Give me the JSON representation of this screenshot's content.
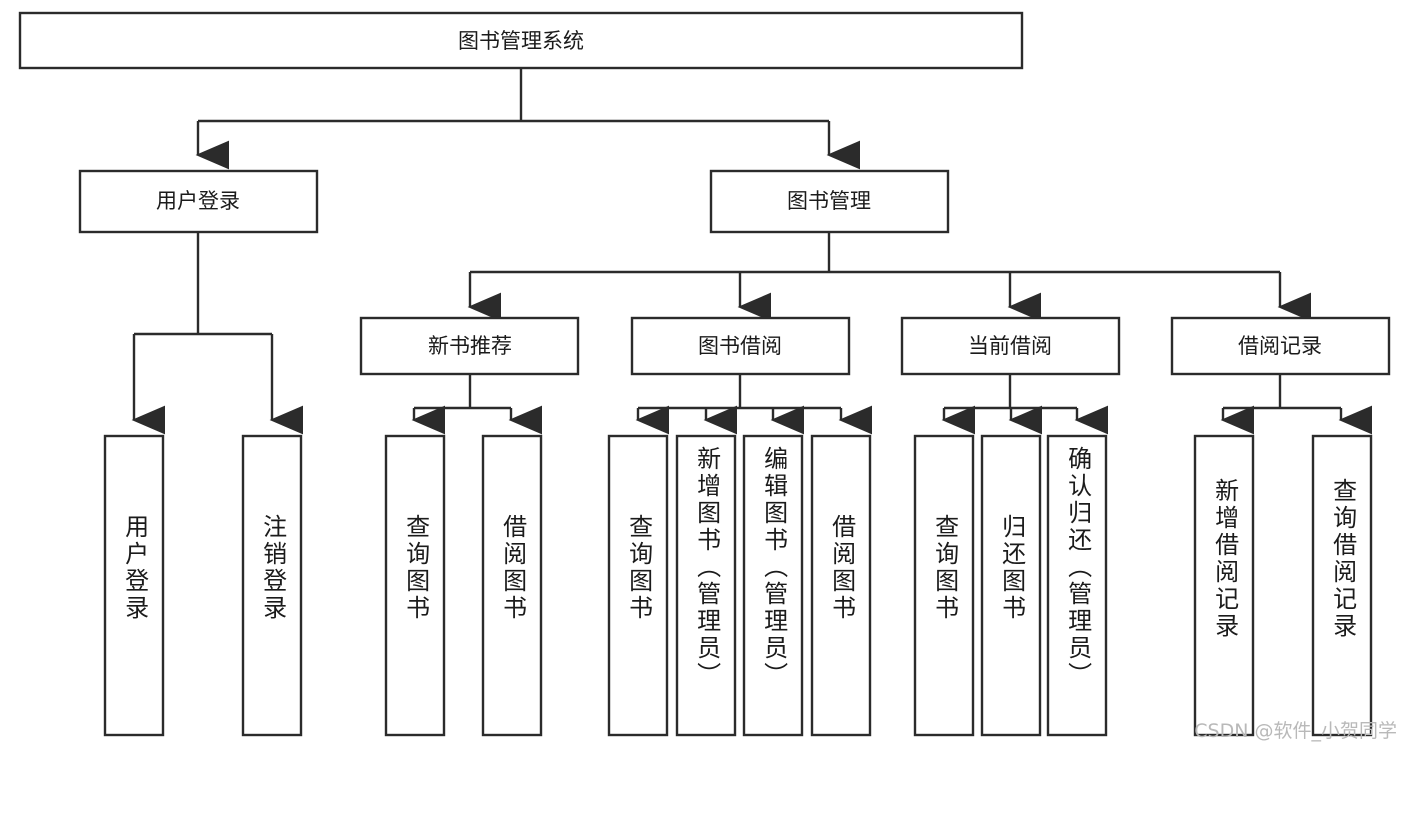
{
  "diagram": {
    "type": "tree",
    "title": "图书管理系统",
    "watermark": "CSDN @软件_小贺同学",
    "root": {
      "label": "图书管理系统",
      "level": 1
    },
    "level2": [
      {
        "label": "用户登录"
      },
      {
        "label": "图书管理"
      }
    ],
    "level3": [
      {
        "label": "新书推荐"
      },
      {
        "label": "图书借阅"
      },
      {
        "label": "当前借阅"
      },
      {
        "label": "借阅记录"
      }
    ],
    "leaves": {
      "user_login": [
        {
          "label": "用户登录"
        },
        {
          "label": "注销登录"
        }
      ],
      "new_book": [
        {
          "label": "查询图书"
        },
        {
          "label": "借阅图书"
        }
      ],
      "book_borrow": [
        {
          "label": "查询图书"
        },
        {
          "label": "新增图书（管理员）"
        },
        {
          "label": "编辑图书（管理员）"
        },
        {
          "label": "借阅图书"
        }
      ],
      "current_borrow": [
        {
          "label": "查询图书"
        },
        {
          "label": "归还图书"
        },
        {
          "label": "确认归还（管理员）"
        }
      ],
      "borrow_record": [
        {
          "label": "新增借阅记录"
        },
        {
          "label": "查询借阅记录"
        }
      ]
    },
    "colors": {
      "box_stroke": "#2b2b2b",
      "box_fill": "#ffffff",
      "text": "#1b1b1b",
      "watermark": "#b9b9b9",
      "background": "#ffffff"
    }
  }
}
